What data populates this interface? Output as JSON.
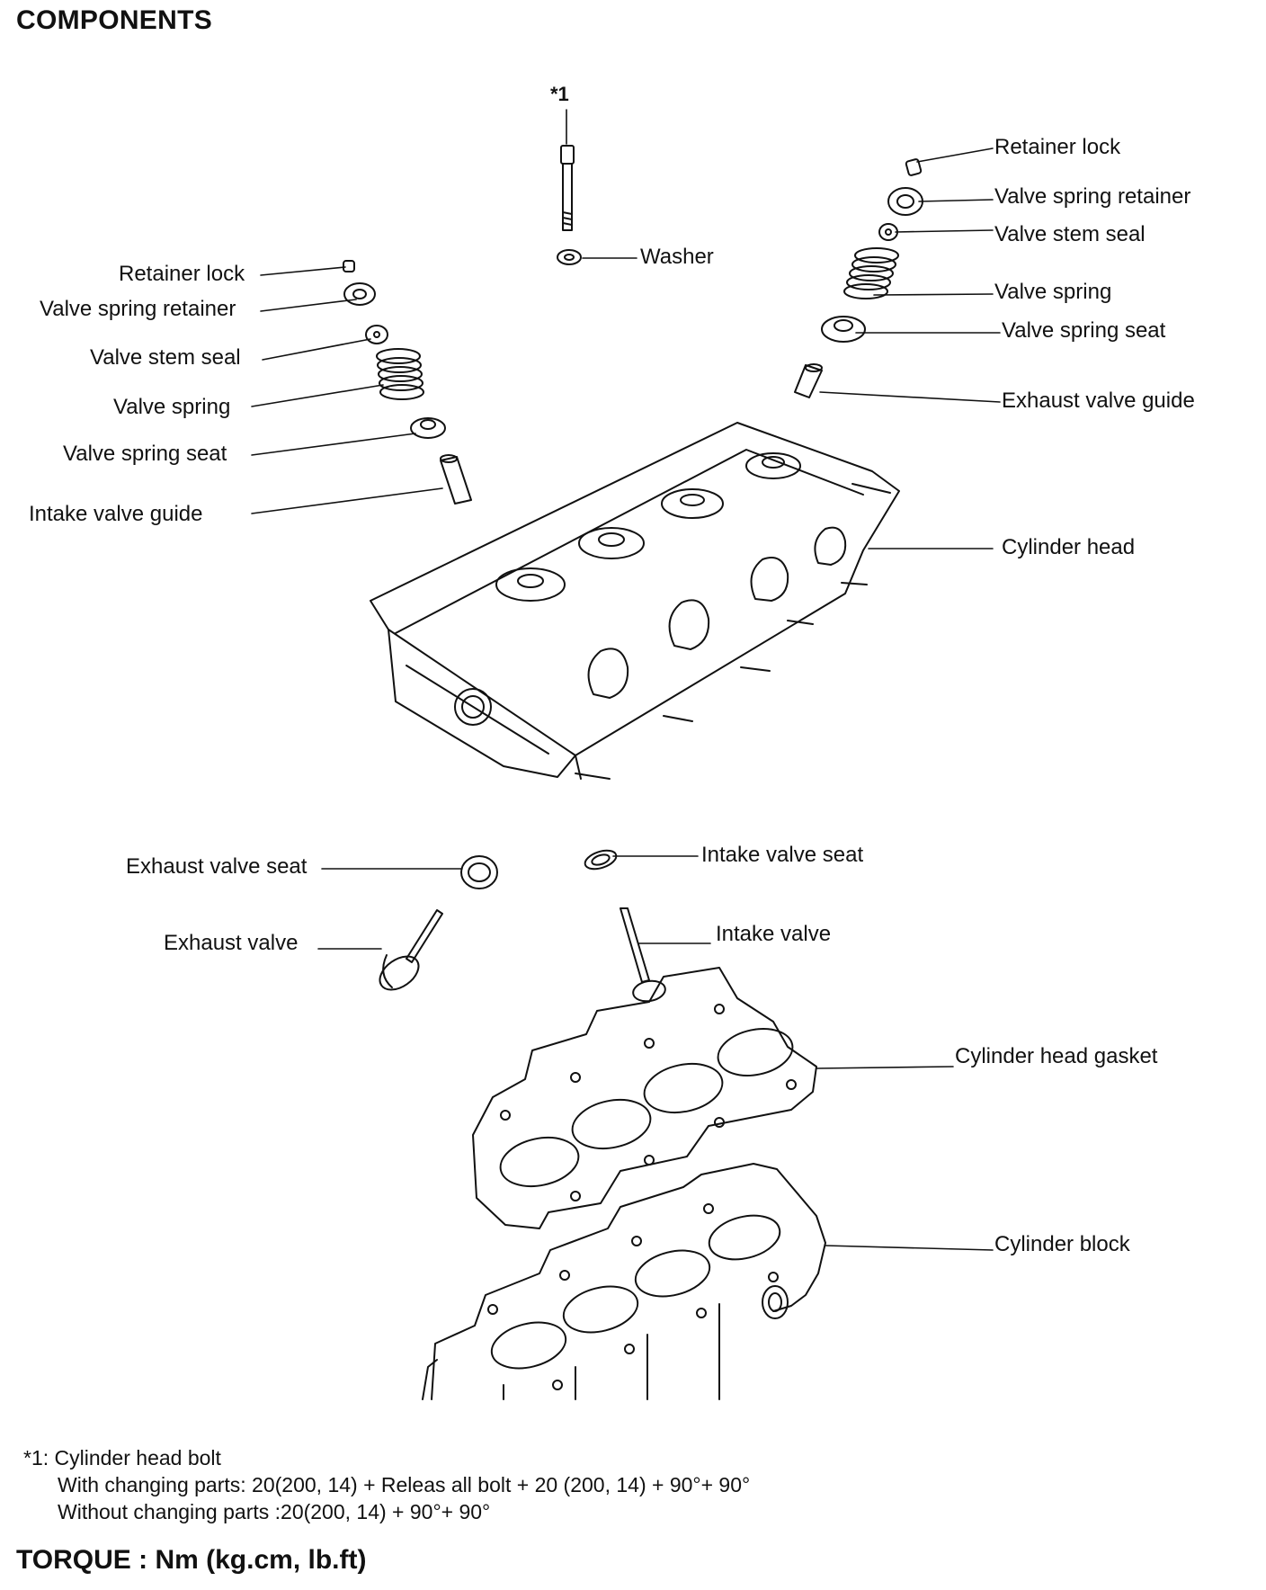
{
  "page": {
    "title": "COMPONENTS"
  },
  "labels": {
    "bolt_mark": "*1",
    "washer": "Washer",
    "right": {
      "retainer_lock": "Retainer lock",
      "valve_spring_retainer": "Valve spring retainer",
      "valve_stem_seal": "Valve stem seal",
      "valve_spring": "Valve spring",
      "valve_spring_seat": "Valve spring seat",
      "exhaust_valve_guide": "Exhaust valve guide",
      "cylinder_head": "Cylinder head"
    },
    "left": {
      "retainer_lock": "Retainer lock",
      "valve_spring_retainer": "Valve spring retainer",
      "valve_stem_seal": "Valve stem seal",
      "valve_spring": "Valve spring",
      "valve_spring_seat": "Valve spring seat",
      "intake_valve_guide": "Intake valve guide"
    },
    "exhaust_valve_seat": "Exhaust valve seat",
    "intake_valve_seat": "Intake valve seat",
    "exhaust_valve": "Exhaust valve",
    "intake_valve": "Intake valve",
    "cylinder_head_gasket": "Cylinder head gasket",
    "cylinder_block": "Cylinder block"
  },
  "notes": {
    "line1": "*1: Cylinder head bolt",
    "line2": "With changing parts: 20(200, 14) + Releas all bolt + 20 (200, 14) + 90°+ 90°",
    "line3": "Without changing parts :20(200, 14) + 90°+ 90°"
  },
  "footer": {
    "torque": "TORQUE : Nm (kg.cm, lb.ft)"
  }
}
